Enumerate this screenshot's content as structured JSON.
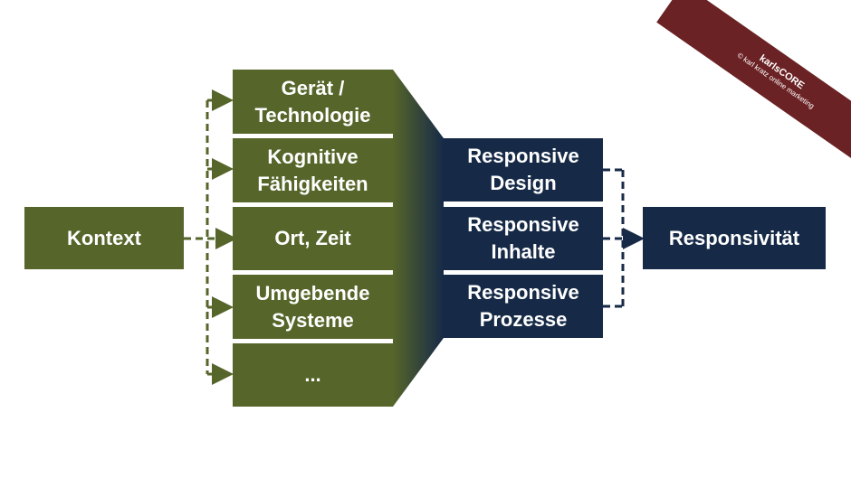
{
  "diagram": {
    "source": "Kontext",
    "dimensions": [
      "Gerät /\nTechnologie",
      "Kognitive\nFähigkeiten",
      "Ort, Zeit",
      "Umgebende\nSysteme",
      "..."
    ],
    "responses": [
      "Responsive\nDesign",
      "Responsive\nInhalte",
      "Responsive\nProzesse"
    ],
    "result": "Responsivität"
  },
  "watermark": {
    "brand": "karlsCORE",
    "copyright": "© karl kratz online marketing"
  },
  "colors": {
    "green": "#56652a",
    "navy": "#162a47",
    "ribbon": "#6b2224"
  }
}
